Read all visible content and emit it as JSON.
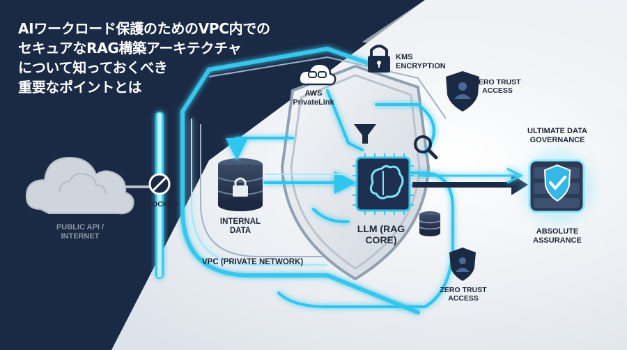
{
  "title_lines": [
    "AIワークロード保護のためのVPC内での",
    "セキュアなRAG構築アーキテクチャ",
    "について知っておくべき",
    "重要なポイントとは"
  ],
  "labels": {
    "public_api": "PUBLIC API / INTERNET",
    "blocked": "BLOCKED",
    "internal_data": "INTERNAL DATA",
    "vpc": "VPC (PRIVATE NETWORK)",
    "aws_privatelink": "AWS PrivateLink",
    "kms_encryption": "KMS ENCRYPTION",
    "zero_trust_top": "ZERO TRUST ACCESS",
    "zero_trust_bottom": "ZERO TRUST ACCESS",
    "llm_core": "LLM (RAG CORE)",
    "governance": "ULTIMATE DATA GOVERNANCE",
    "assurance": "ABSOLUTE ASSURANCE"
  },
  "icons": [
    "cloud-icon",
    "blocked-icon",
    "database-lock-icon",
    "privatelink-icon",
    "padlock-icon",
    "user-shield-icon",
    "funnel-icon",
    "magnifier-icon",
    "brain-chip-icon",
    "database-icon",
    "check-shield-server-icon"
  ],
  "colors": {
    "navy": "#1b2a44",
    "glow": "#3fd0f2",
    "light_bg": "#e9edf1",
    "text_dark": "#1d2738"
  }
}
